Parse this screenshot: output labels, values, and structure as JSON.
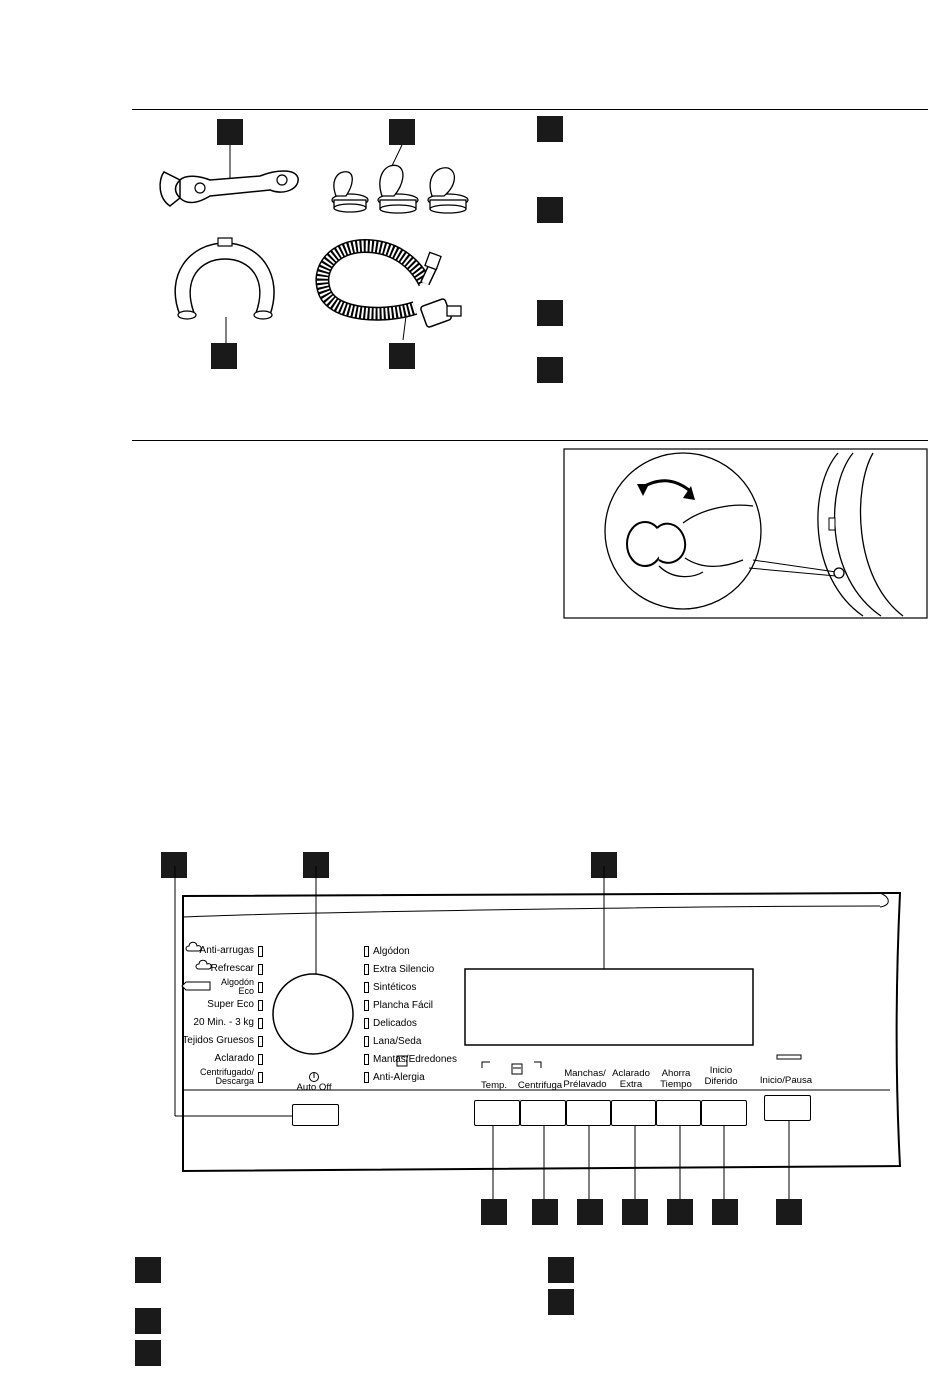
{
  "panel": {
    "left_programs": [
      {
        "label": "Anti-arrugas"
      },
      {
        "label": "Refrescar"
      },
      {
        "label": "Algodón\nEco"
      },
      {
        "label": "Super Eco"
      },
      {
        "label": "20 Min. - 3 kg"
      },
      {
        "label": "Tejidos Gruesos"
      },
      {
        "label": "Aclarado"
      },
      {
        "label": "Centrifugado/\nDescarga"
      }
    ],
    "right_programs": [
      {
        "label": "Algódon"
      },
      {
        "label": "Extra Silencio"
      },
      {
        "label": "Sintéticos"
      },
      {
        "label": "Plancha Fácil"
      },
      {
        "label": "Delicados"
      },
      {
        "label": "Lana/Seda"
      },
      {
        "label": "Mantas/Edredones"
      },
      {
        "label": "Anti-Alergia"
      }
    ],
    "auto_off_label": "Auto Off",
    "buttons": [
      {
        "label": "Temp."
      },
      {
        "label": "Centrifuga"
      },
      {
        "label": "Manchas/\nPrélavado"
      },
      {
        "label": "Aclarado\nExtra"
      },
      {
        "label": "Ahorra\nTiempo"
      },
      {
        "label": "Inicio\nDiferido"
      },
      {
        "label": "Inicio/Pausa"
      }
    ]
  },
  "icons": {
    "wrench": "wrench-icon",
    "caps": "plastic-caps-icon",
    "hose_guide": "hose-guide-icon",
    "hose": "drain-hose-icon",
    "child_lock": "child-lock-icon",
    "power": "power-icon"
  },
  "colors": {
    "marker": "#1a1a1a",
    "line": "#000000",
    "background": "#ffffff"
  }
}
